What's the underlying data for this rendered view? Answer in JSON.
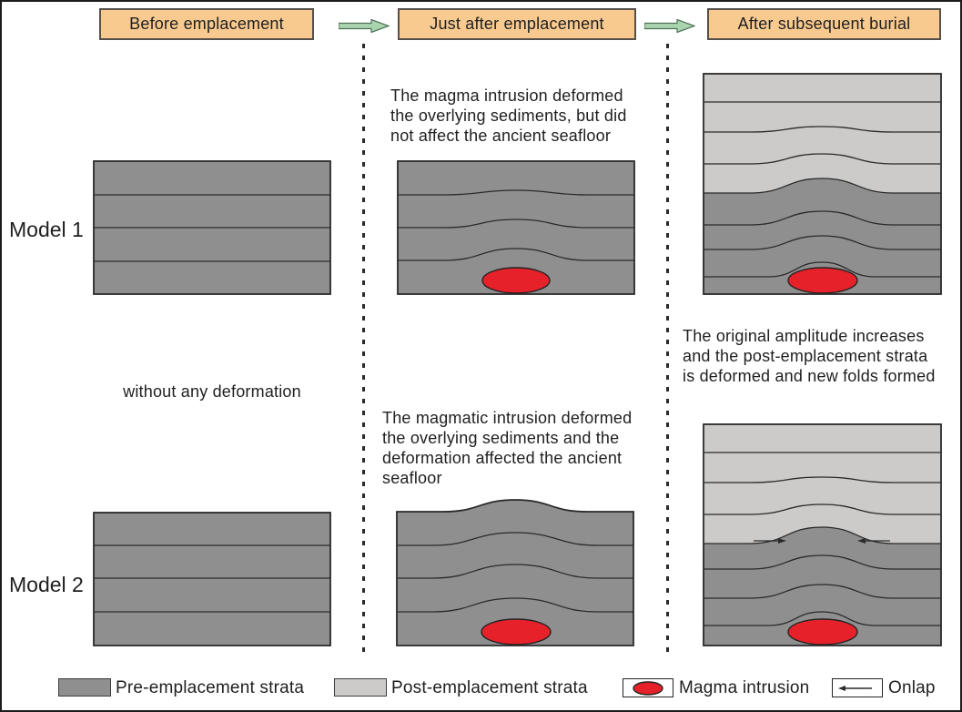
{
  "stages": [
    {
      "label": "Before emplacement"
    },
    {
      "label": "Just after emplacement"
    },
    {
      "label": "After subsequent burial"
    }
  ],
  "models": [
    {
      "label": "Model 1"
    },
    {
      "label": "Model 2"
    }
  ],
  "captions": {
    "model1_mid": "The magma intrusion deformed\nthe overlying sediments, but did\nnot affect the ancient seafloor",
    "after_burial": "The original amplitude increases\nand the post-emplacement strata\nis deformed and new folds formed",
    "model2_mid": "The magmatic intrusion deformed\nthe overlying sediments and the\ndeformation affected the ancient\nseafloor",
    "before_shared": "without any deformation"
  },
  "legend": {
    "items": [
      {
        "label": "Pre-emplacement strata",
        "symbol": "pre-strata-swatch"
      },
      {
        "label": "Post-emplacement strata",
        "symbol": "post-strata-swatch"
      },
      {
        "label": "Magma intrusion",
        "symbol": "magma-ellipse"
      },
      {
        "label": "Onlap",
        "symbol": "onlap-arrow"
      }
    ]
  },
  "colors": {
    "header-fill": "#f8ca90",
    "header-border": "#55504a",
    "arrow-fill": "#a9d4ae",
    "arrow-stroke": "#4e7257",
    "pre-strata": "#8f8f8f",
    "post-strata": "#cccbca",
    "magma-red": "#e62129"
  }
}
